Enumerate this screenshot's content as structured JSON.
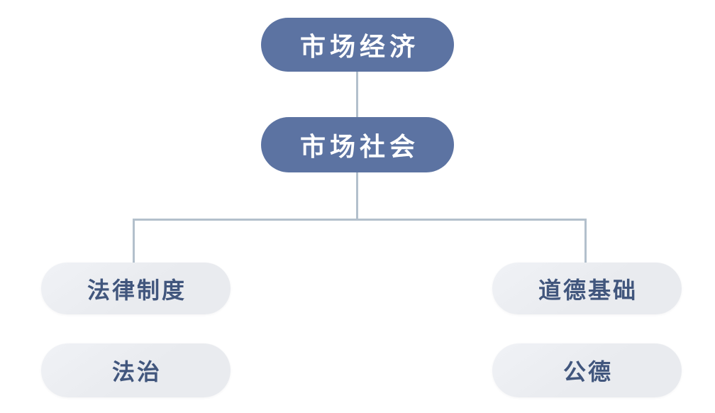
{
  "diagram": {
    "type": "flowchart",
    "nodes": {
      "market_economy": {
        "id": "market-economy",
        "label": "市场经济",
        "style": "primary",
        "level": 1
      },
      "market_society": {
        "id": "market-society",
        "label": "市场社会",
        "style": "primary",
        "level": 2
      },
      "legal_system": {
        "id": "legal-system",
        "label": "法律制度",
        "style": "secondary",
        "level": 3,
        "branch": "left"
      },
      "moral_foundation": {
        "id": "moral-foundation",
        "label": "道德基础",
        "style": "secondary",
        "level": 3,
        "branch": "right"
      },
      "rule_of_law": {
        "id": "rule-of-law",
        "label": "法治",
        "style": "secondary",
        "level": 4,
        "branch": "left"
      },
      "public_morality": {
        "id": "public-morality",
        "label": "公德",
        "style": "secondary",
        "level": 4,
        "branch": "right"
      }
    },
    "edges": [
      {
        "from": "market_economy",
        "to": "market_society"
      },
      {
        "from": "market_society",
        "to": "legal_system"
      },
      {
        "from": "market_society",
        "to": "moral_foundation"
      }
    ],
    "colors": {
      "background": "#ffffff",
      "primary_fill": "#5c73a2",
      "primary_text": "#ffffff",
      "secondary_fill": "#e9ebef",
      "secondary_text": "#41567d",
      "connector": "#b3c0cc"
    }
  }
}
